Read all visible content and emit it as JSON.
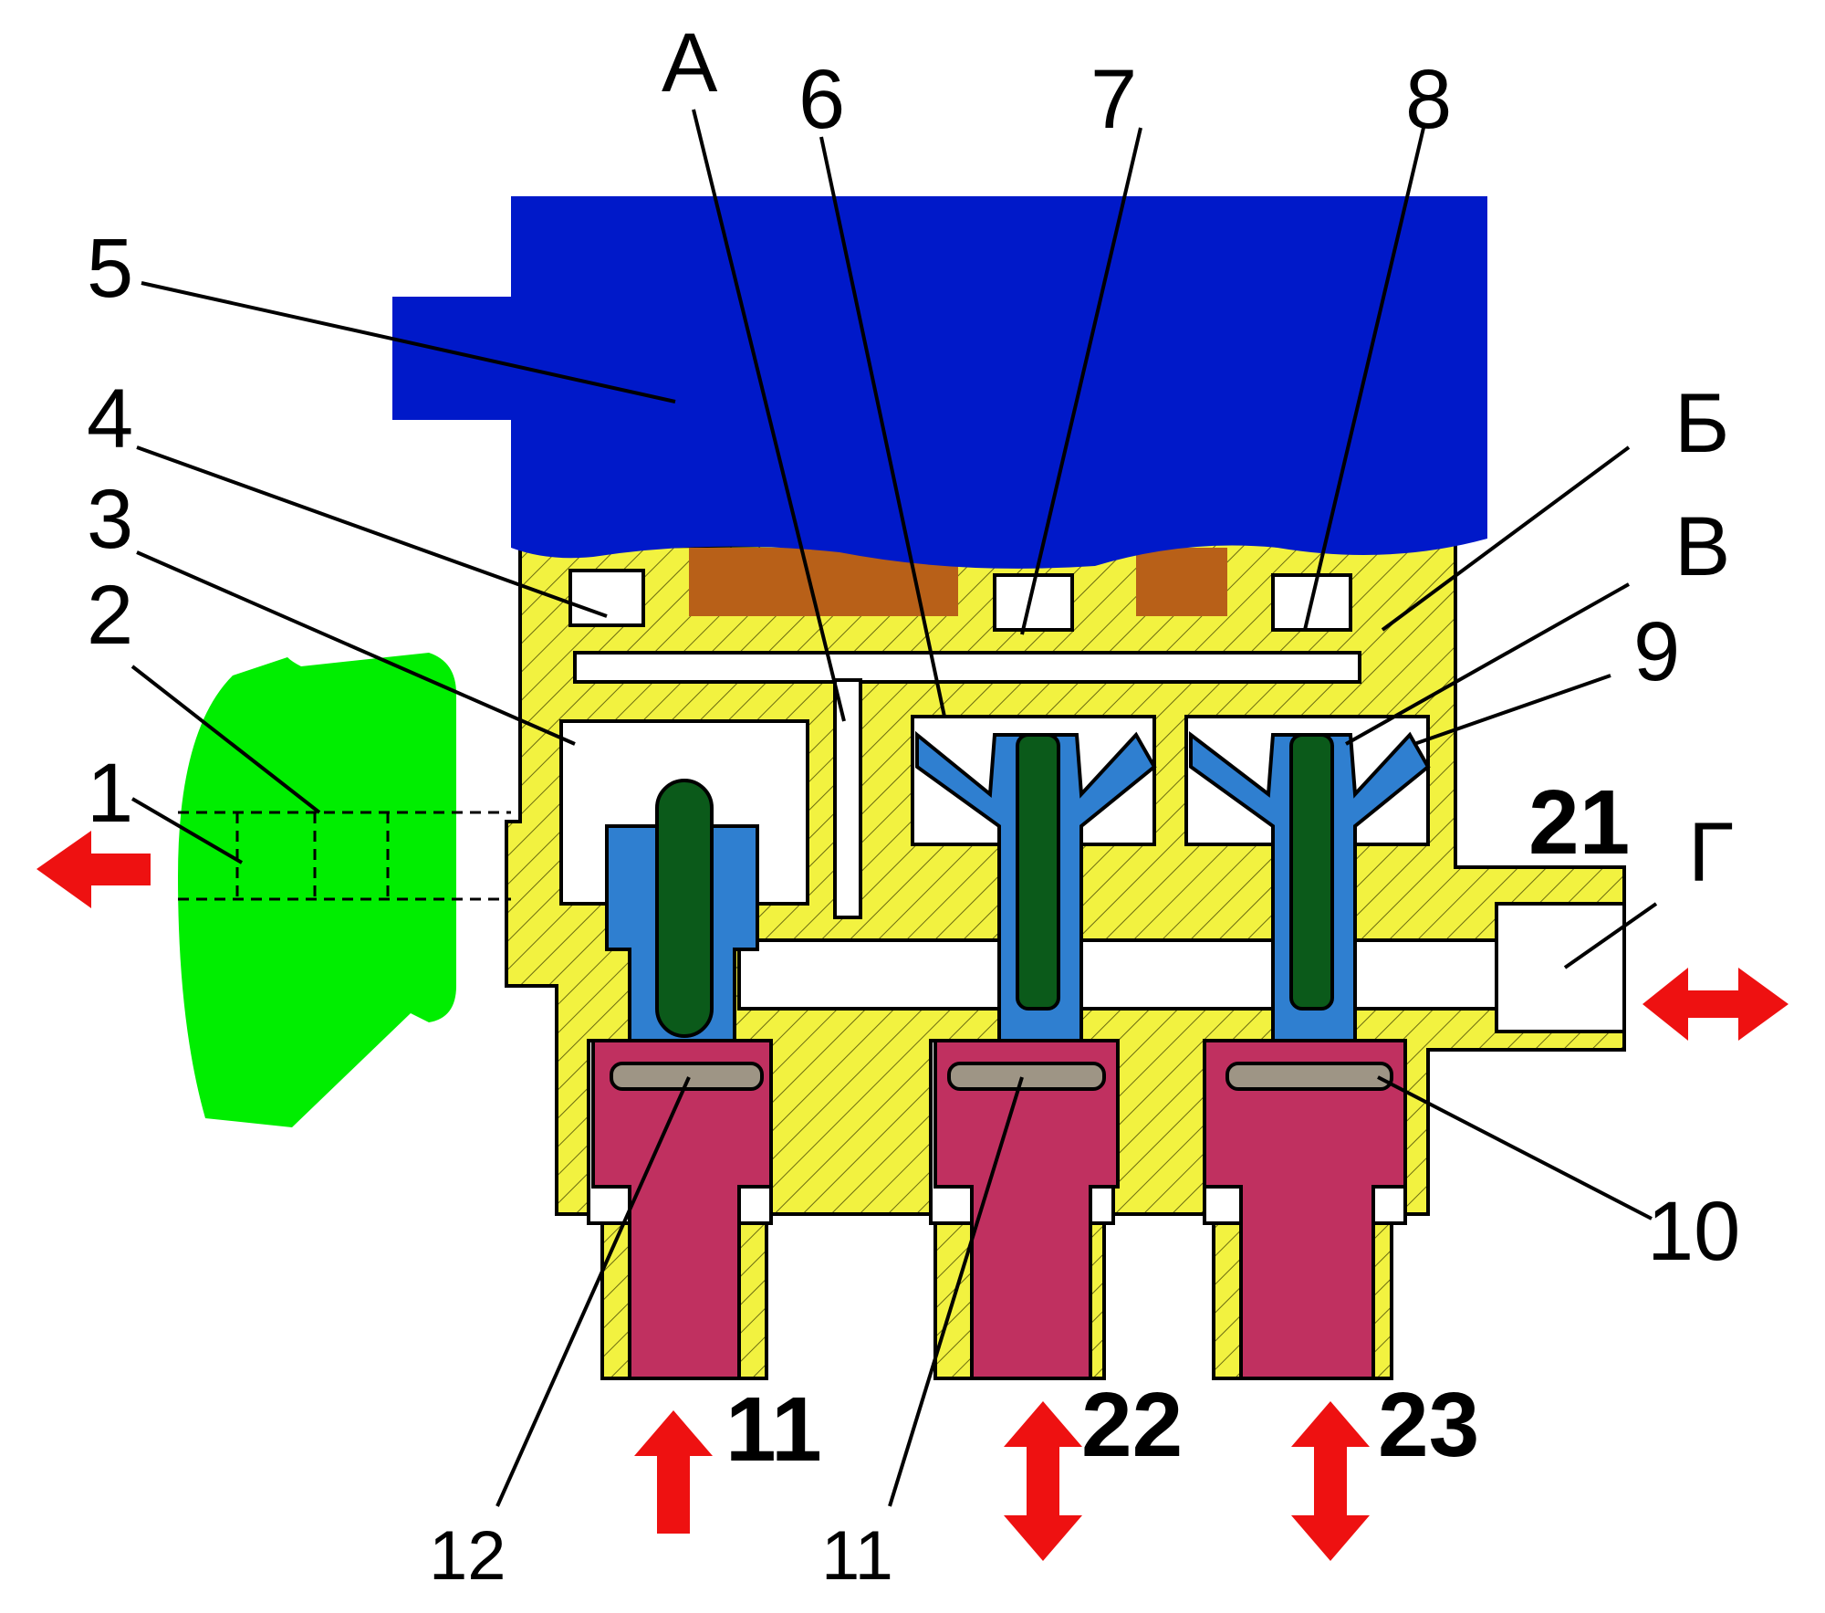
{
  "diagram": {
    "callouts": {
      "c1": "1",
      "c2": "2",
      "c3": "3",
      "c4": "4",
      "c5": "5",
      "cA": "А",
      "c6": "6",
      "c7": "7",
      "c8": "8",
      "cB": "Б",
      "cV": "В",
      "c9": "9",
      "c21": "21",
      "cG": "Г",
      "c10": "10",
      "c11_port": "11",
      "c22": "22",
      "c23": "23",
      "c12": "12",
      "c11_part": "11"
    },
    "colors": {
      "housing": "#f2f240",
      "cover": "#0019c9",
      "connector": "#00ee00",
      "piston": "#2f7fd0",
      "rod": "#0b5a1a",
      "coil": "#b86018",
      "valve_body": "#c03060",
      "seal": "#9e9585",
      "arrow": "#ee1111"
    }
  }
}
